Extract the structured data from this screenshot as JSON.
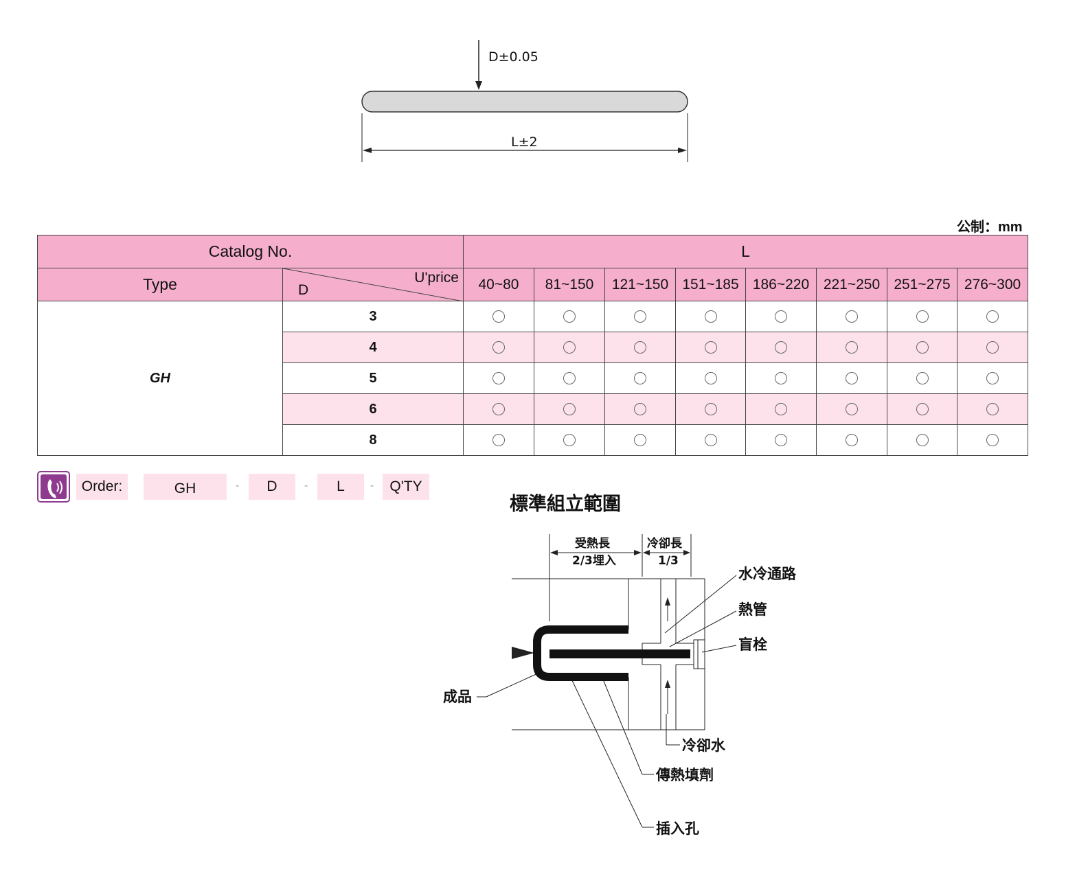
{
  "drawing": {
    "d_label": "D±0.05",
    "l_label": "L±2"
  },
  "unit_label": "公制：mm",
  "table": {
    "catalog_header": "Catalog No.",
    "l_header": "L",
    "type_header": "Type",
    "d_header": "D",
    "uprice_header": "U'price",
    "ranges": [
      "40~80",
      "81~150",
      "121~150",
      "151~185",
      "186~220",
      "221~250",
      "251~275",
      "276~300"
    ],
    "type_value": "GH",
    "d_values": [
      "3",
      "4",
      "5",
      "6",
      "8"
    ]
  },
  "order": {
    "label": "Order:",
    "parts": [
      "GH",
      "D",
      "L",
      "Q'TY"
    ],
    "separator": "-"
  },
  "assembly": {
    "title": "標準組立範圍",
    "heated_len": "受熱長",
    "heated_sub": "2/3埋入",
    "cooling_len": "冷卻長",
    "cooling_sub": "1/3",
    "water_channel": "水冷通路",
    "heat_pipe": "熱管",
    "blind_plug": "盲栓",
    "product": "成品",
    "cooling_water": "冷卻水",
    "heat_filler": "傳熱填劑",
    "insert_hole": "插入孔"
  },
  "colors": {
    "header_pink": "#f5aecb",
    "row_pink": "#fde2ec",
    "icon_purple": "#8e3a8e"
  }
}
